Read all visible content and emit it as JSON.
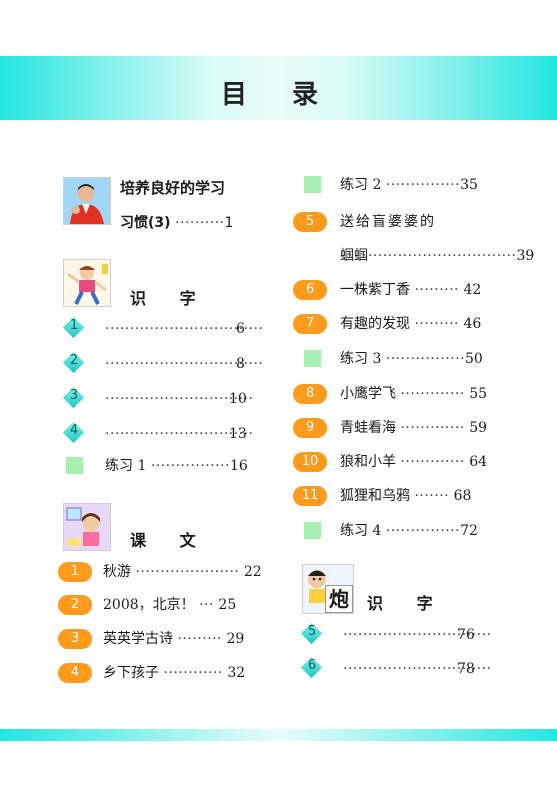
{
  "header": {
    "title": "目 录"
  },
  "left": {
    "intro": {
      "line1": "培养良好的学习",
      "line2": "习惯(3)",
      "leader": "··········",
      "page": "1"
    },
    "section1": {
      "title": "识 字",
      "items": [
        {
          "num": "1",
          "leader": "································",
          "page": "6"
        },
        {
          "num": "2",
          "leader": "································",
          "page": "8"
        },
        {
          "num": "3",
          "leader": "······························",
          "page": "10"
        },
        {
          "num": "4",
          "leader": "······························",
          "page": "13"
        }
      ],
      "practice": {
        "label": "练习 1",
        "leader": "················",
        "page": "16"
      }
    },
    "section2": {
      "title": "课 文",
      "lessons": [
        {
          "num": "1",
          "title": "秋游",
          "leader": "·····················",
          "page": "22"
        },
        {
          "num": "2",
          "title": "2008，北京！",
          "leader": "···",
          "page": "25"
        },
        {
          "num": "3",
          "title": "英英学古诗",
          "leader": "·········",
          "page": "29"
        },
        {
          "num": "4",
          "title": "乡下孩子",
          "leader": "············",
          "page": "32"
        }
      ]
    }
  },
  "right": {
    "practice2": {
      "label": "练习 2",
      "leader": "···············",
      "page": "35"
    },
    "lesson5": {
      "num": "5",
      "line1": "送给盲婆婆的",
      "line2": "蝈蝈",
      "leader": "······························",
      "page": "39"
    },
    "lessons_a": [
      {
        "num": "6",
        "title": "一株紫丁香",
        "leader": "·········",
        "page": "42"
      },
      {
        "num": "7",
        "title": "有趣的发现",
        "leader": "·········",
        "page": "46"
      }
    ],
    "practice3": {
      "label": "练习 3",
      "leader": "················",
      "page": "50"
    },
    "lessons_b": [
      {
        "num": "8",
        "title": "小鹰学飞",
        "leader": "·············",
        "page": "55"
      },
      {
        "num": "9",
        "title": "青蛙看海",
        "leader": "·············",
        "page": "59"
      },
      {
        "num": "10",
        "title": "狼和小羊",
        "leader": "·············",
        "page": "64"
      },
      {
        "num": "11",
        "title": "狐狸和乌鸦",
        "leader": "·······",
        "page": "68"
      }
    ],
    "practice4": {
      "label": "练习 4",
      "leader": "···············",
      "page": "72"
    },
    "section3": {
      "title": "识 字",
      "pic_char": "炮",
      "items": [
        {
          "num": "5",
          "leader": "······························",
          "page": "76"
        },
        {
          "num": "6",
          "leader": "······························",
          "page": "78"
        }
      ]
    }
  },
  "colors": {
    "accent": "#22e6e0",
    "badge": "#ff9a1a",
    "square": "#a8f0b0"
  }
}
